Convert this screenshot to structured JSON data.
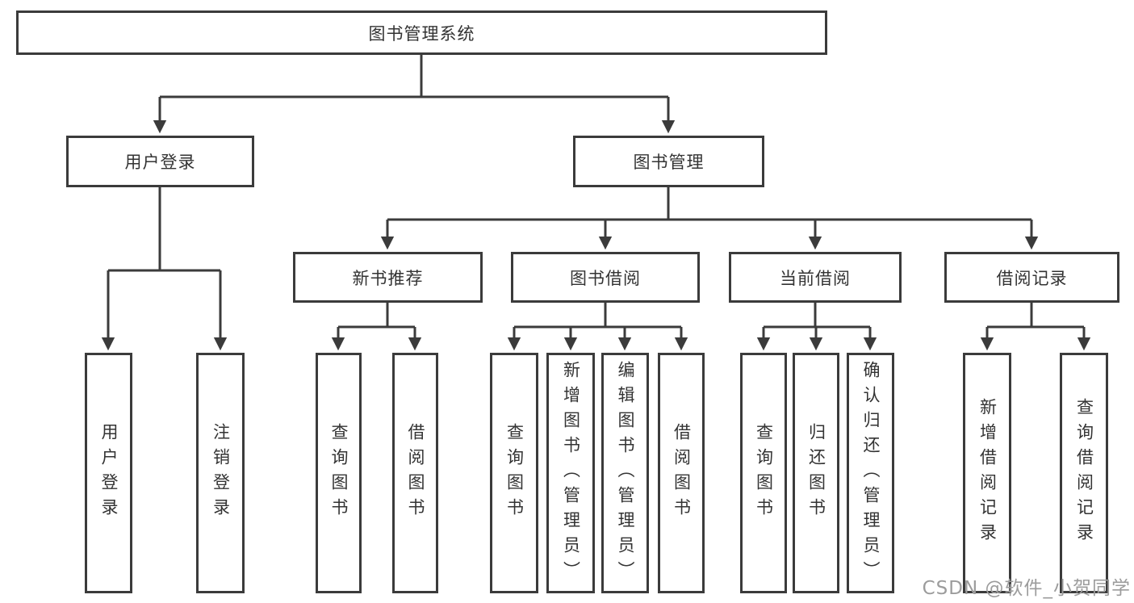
{
  "title": "图书管理系统",
  "watermark": "CSDN @软件_小贺同学",
  "colors": {
    "line": "#3b3b3b",
    "box_border": "#3b3b3b",
    "box_fill": "#ffffff",
    "text": "#333333",
    "background": "#ffffff",
    "watermark": "#9c9c9c"
  },
  "nodes": {
    "root": {
      "label": "图书管理系统"
    },
    "user_login": {
      "label": "用户登录"
    },
    "book_management": {
      "label": "图书管理"
    },
    "new_book_recommend": {
      "label": "新书推荐"
    },
    "book_borrowing": {
      "label": "图书借阅"
    },
    "current_borrowing": {
      "label": "当前借阅"
    },
    "borrowing_records": {
      "label": "借阅记录"
    },
    "user_login_leaf": {
      "label": "用户登录"
    },
    "logout_leaf": {
      "label": "注销登录"
    },
    "recommend_query_books": {
      "label": "查询图书"
    },
    "recommend_borrow_books": {
      "label": "借阅图书"
    },
    "borrowing_query_books": {
      "label": "查询图书"
    },
    "borrowing_add_books": {
      "label": "新增图书（管理员）"
    },
    "borrowing_edit_books": {
      "label": "编辑图书（管理员）"
    },
    "borrowing_borrow_books": {
      "label": "借阅图书"
    },
    "current_query_books": {
      "label": "查询图书"
    },
    "current_return_books": {
      "label": "归还图书"
    },
    "current_confirm_return": {
      "label": "确认归还（管理员）"
    },
    "records_add_record": {
      "label": "新增借阅记录"
    },
    "records_query_record": {
      "label": "查询借阅记录"
    }
  },
  "structure": {
    "root": [
      "user_login",
      "book_management"
    ],
    "user_login": [
      "user_login_leaf",
      "logout_leaf"
    ],
    "book_management": [
      "new_book_recommend",
      "book_borrowing",
      "current_borrowing",
      "borrowing_records"
    ],
    "new_book_recommend": [
      "recommend_query_books",
      "recommend_borrow_books"
    ],
    "book_borrowing": [
      "borrowing_query_books",
      "borrowing_add_books",
      "borrowing_edit_books",
      "borrowing_borrow_books"
    ],
    "current_borrowing": [
      "current_query_books",
      "current_return_books",
      "current_confirm_return"
    ],
    "borrowing_records": [
      "records_add_record",
      "records_query_record"
    ]
  }
}
